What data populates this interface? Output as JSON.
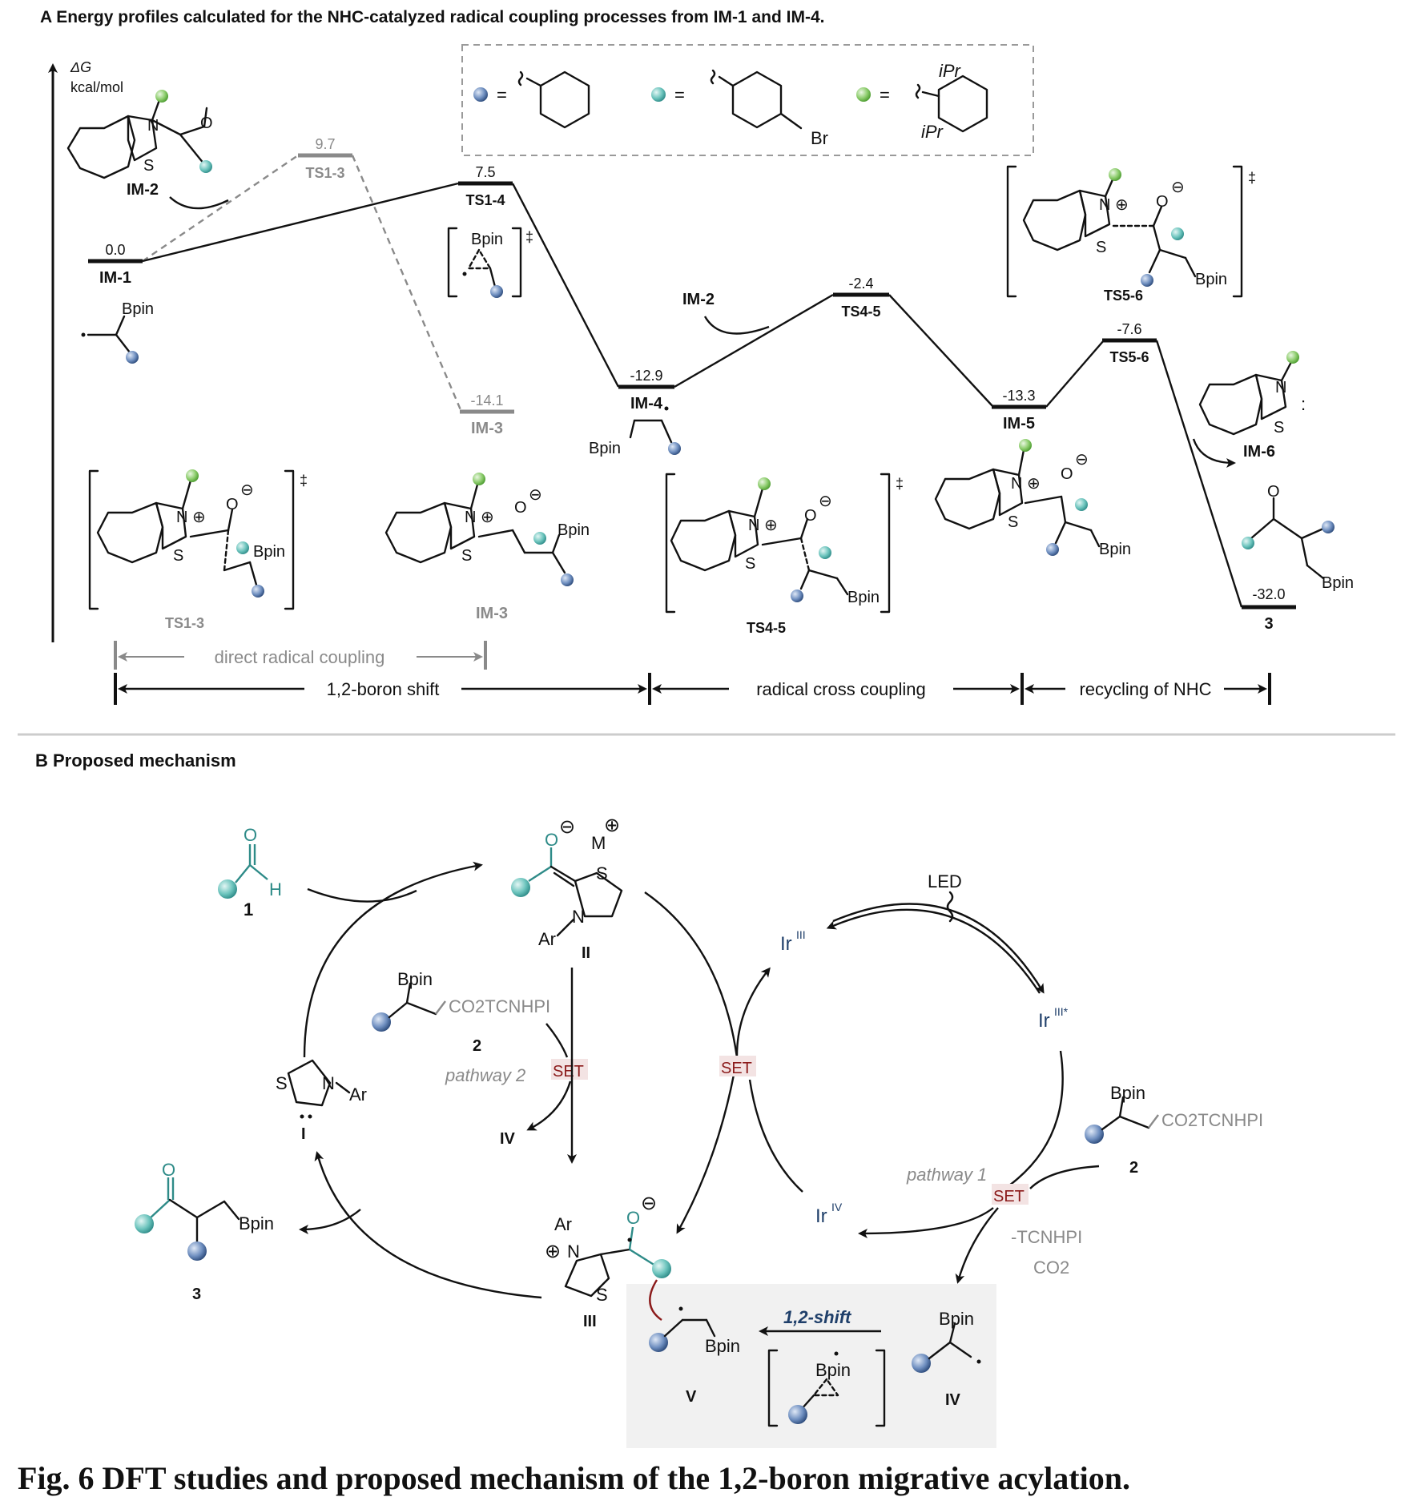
{
  "panel_a": {
    "title": "A Energy profiles calculated for the NHC-catalyzed radical coupling processes from IM-1 and IM-4.",
    "axis_label_1": "ΔG",
    "axis_label_2": "kcal/mol",
    "legend": {
      "equals": "=",
      "br": "Br",
      "ipr_top": "iPr",
      "ipr_bottom": "iPr"
    },
    "levels": [
      {
        "value": "0.0",
        "label": "IM-1"
      },
      {
        "value": "9.7",
        "label": "TS1-3"
      },
      {
        "value": "7.5",
        "label": "TS1-4"
      },
      {
        "value": "-14.1",
        "label": "IM-3"
      },
      {
        "value": "-12.9",
        "label": "IM-4"
      },
      {
        "value": "-2.4",
        "label": "TS4-5"
      },
      {
        "value": "-13.3",
        "label": "IM-5"
      },
      {
        "value": "-7.6",
        "label": "TS5-6"
      },
      {
        "value": "-32.0",
        "label": "3"
      }
    ],
    "labels": {
      "im2": "IM-2",
      "im2_b": "IM-2",
      "im6": "IM-6",
      "ts56_top": "TS5-6",
      "ts13_struct": "TS1-3",
      "im3_struct": "IM-3",
      "ts45_struct": "TS4-5",
      "bpin": "Bpin",
      "dagger": "‡",
      "n": "N",
      "s": "S",
      "o": "O",
      "plus": "⊕",
      "minus": "⊖",
      "colon": ":"
    },
    "ranges": {
      "direct": "direct radical coupling",
      "shift": "1,2-boron shift",
      "cross": "radical cross coupling",
      "recycle": "recycling of NHC"
    }
  },
  "panel_b": {
    "title": "B Proposed mechanism",
    "labels": {
      "c1": "1",
      "h": "H",
      "o": "O",
      "m": "M",
      "s": "S",
      "n": "N",
      "ar": "Ar",
      "c2": "2",
      "c2b": "2",
      "c3": "3",
      "i": "I",
      "ii": "II",
      "iii": "III",
      "iv": "IV",
      "iv_b": "IV",
      "v": "V",
      "bpin": "Bpin",
      "co2tcnhpi": "CO2TCNHPI",
      "pathway1": "pathway 1",
      "pathway2": "pathway 2",
      "set": "SET",
      "led": "LED",
      "ir3": "Ir",
      "ir3_sup": "III",
      "ir3s_sup": "III*",
      "ir4_sup": "IV",
      "tcnhpi": "-TCNHPI",
      "co2": "CO2",
      "shift": "1,2-shift"
    }
  },
  "caption": "Fig. 6 DFT studies and proposed mechanism of the 1,2-boron migrative acylation."
}
